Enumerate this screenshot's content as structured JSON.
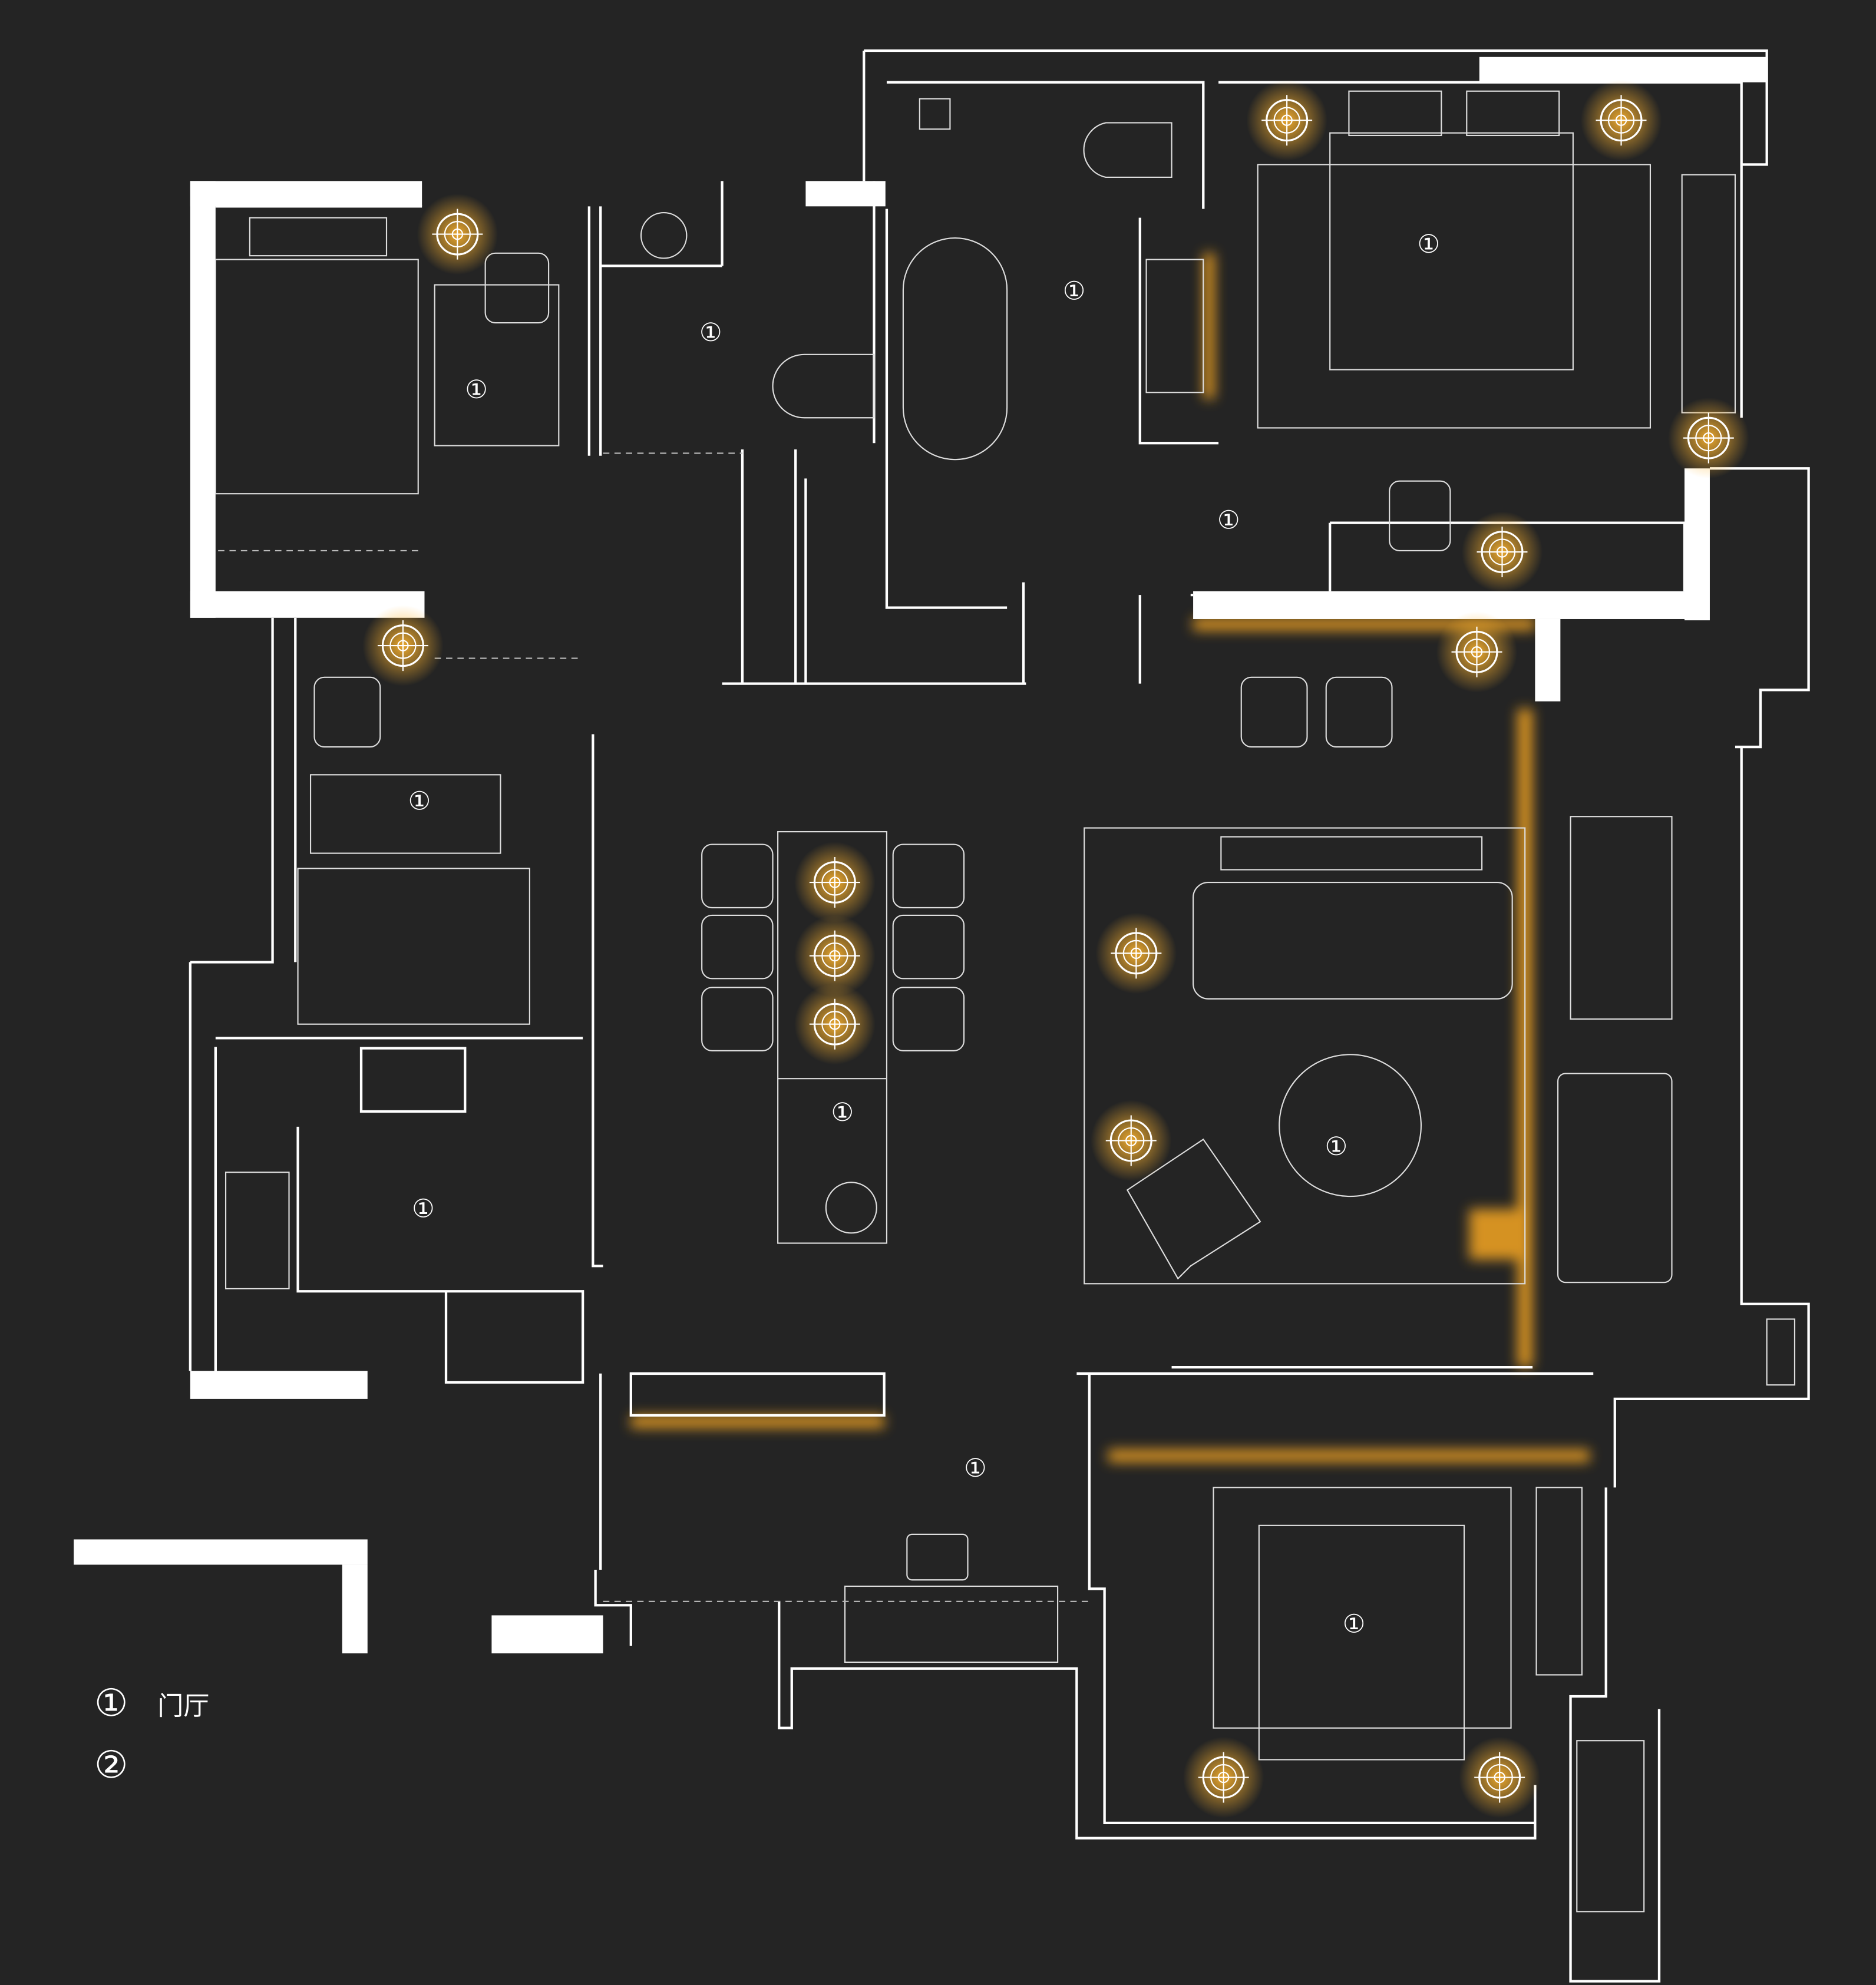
{
  "title": "Floor plan lighting layout",
  "colors": {
    "background": "#242424",
    "line": "#ffffff",
    "light_glow": "#f5a623"
  },
  "room_markers": [
    "①",
    "①",
    "①",
    "①",
    "①",
    "①",
    "①",
    "①",
    "①",
    "①",
    "①"
  ],
  "legend": [
    {
      "marker": "①",
      "label": "门厅"
    },
    {
      "marker": "②",
      "label": ""
    }
  ]
}
